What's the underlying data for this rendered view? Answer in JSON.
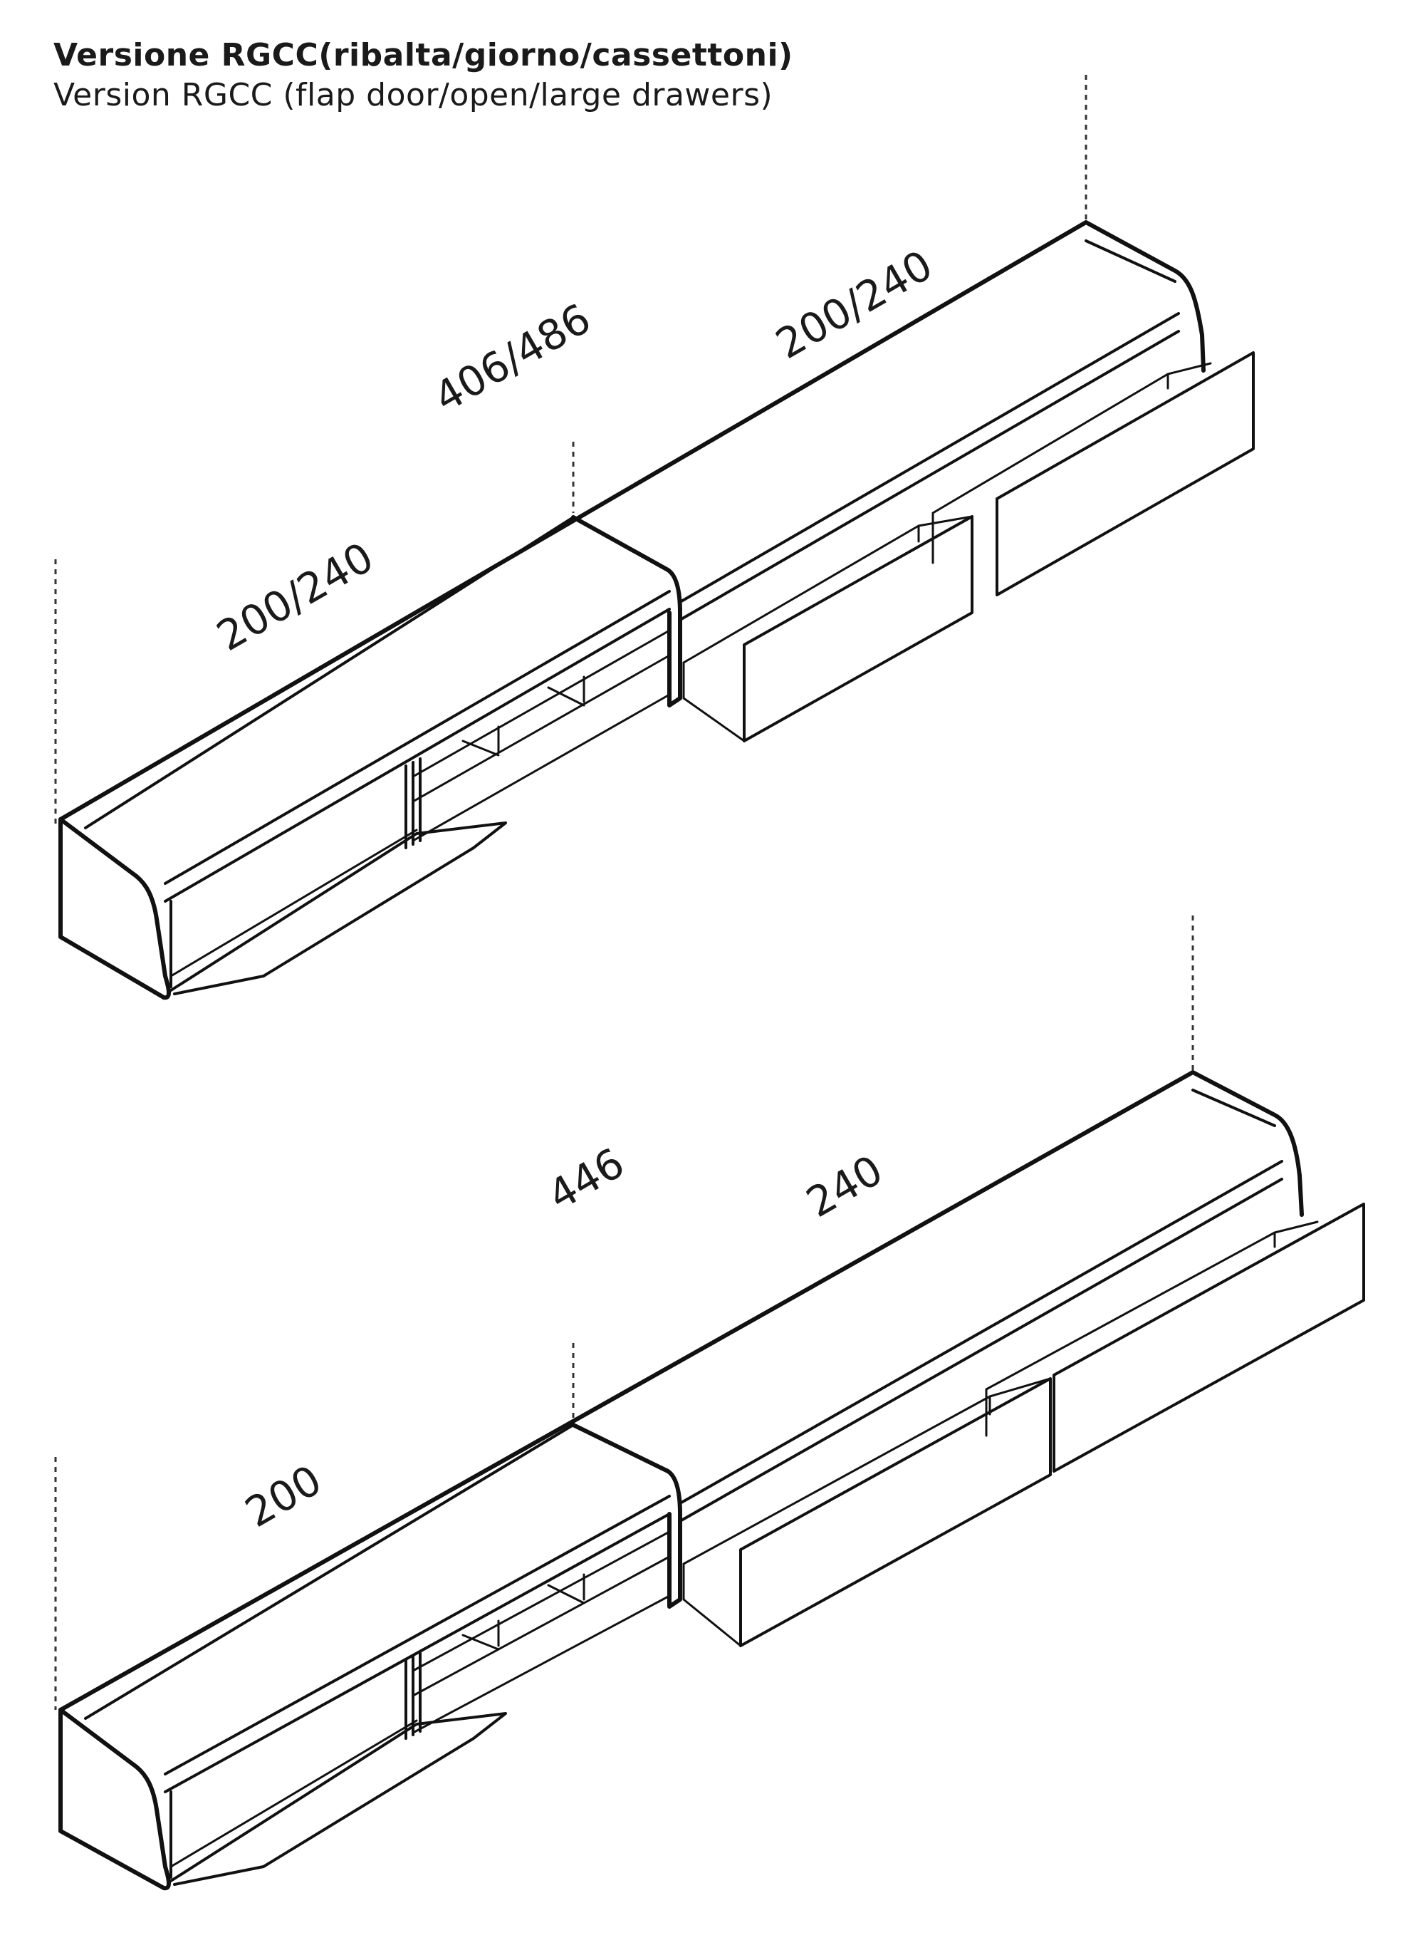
{
  "title": "Versione RGCC(ribalta/giorno/cassettoni)",
  "subtitle": "Version RGCC (flap door/open/large drawers)",
  "diagrams": [
    {
      "dimensions": {
        "total": "406/486",
        "left": "200/240",
        "right": "200/240"
      }
    },
    {
      "dimensions": {
        "total": "446",
        "left": "200",
        "right": "240"
      }
    }
  ],
  "colors": {
    "line": "#111111",
    "text": "#1a1a1a",
    "background": "#ffffff"
  }
}
